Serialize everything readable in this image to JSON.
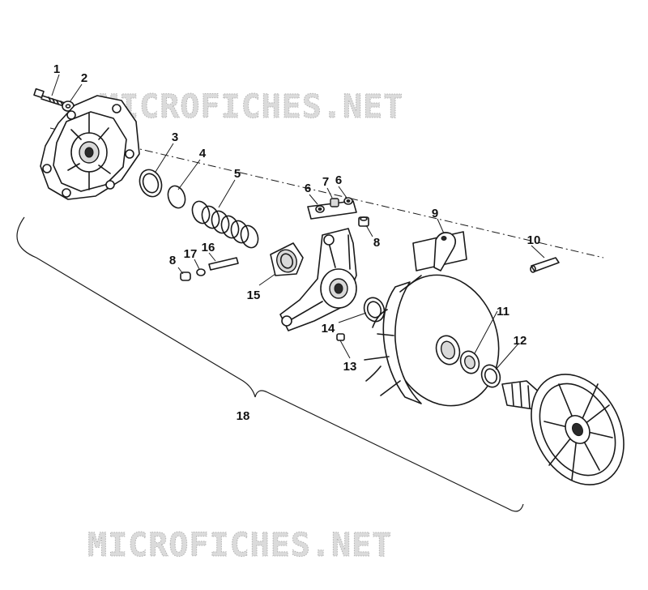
{
  "watermark": {
    "top": "MICROFICHES.NET",
    "bottom": "MICROFICHES.NET"
  },
  "callouts": {
    "c1": "1",
    "c2": "2",
    "c3": "3",
    "c4": "4",
    "c5": "5",
    "c6a": "6",
    "c7": "7",
    "c6b": "6",
    "c8a": "8",
    "c9": "9",
    "c10": "10",
    "c8b": "8",
    "c17": "17",
    "c16": "16",
    "c15": "15",
    "c14": "14",
    "c13": "13",
    "c11": "11",
    "c12": "12",
    "c18": "18"
  }
}
